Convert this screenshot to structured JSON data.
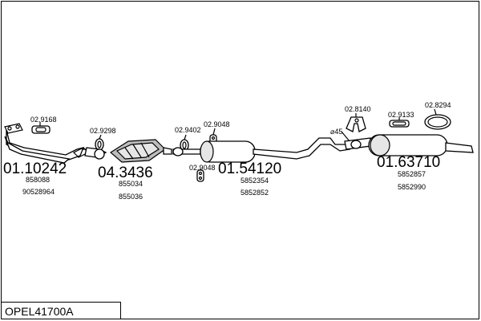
{
  "model_code": "OPEL41700A",
  "parts": [
    {
      "id": "front-pipe",
      "part_number": "01.10242",
      "oem_numbers": [
        "858088",
        "90528964"
      ],
      "accessory": "02.9168"
    },
    {
      "id": "catalytic-converter",
      "part_number": "04.3436",
      "oem_numbers": [
        "855034",
        "855036"
      ],
      "accessory": "02.9298"
    },
    {
      "id": "middle-silencer",
      "part_number": "01.54120",
      "oem_numbers": [
        "5852354",
        "5852852"
      ],
      "accessories": [
        "02.9402",
        "02.9048",
        "02.9048"
      ]
    },
    {
      "id": "rear-silencer",
      "part_number": "01.63710",
      "oem_numbers": [
        "5852857",
        "5852990"
      ],
      "accessories": [
        "02.8140",
        "02.9133",
        "02.8294"
      ]
    }
  ],
  "pipe_diameter": "⌀45"
}
